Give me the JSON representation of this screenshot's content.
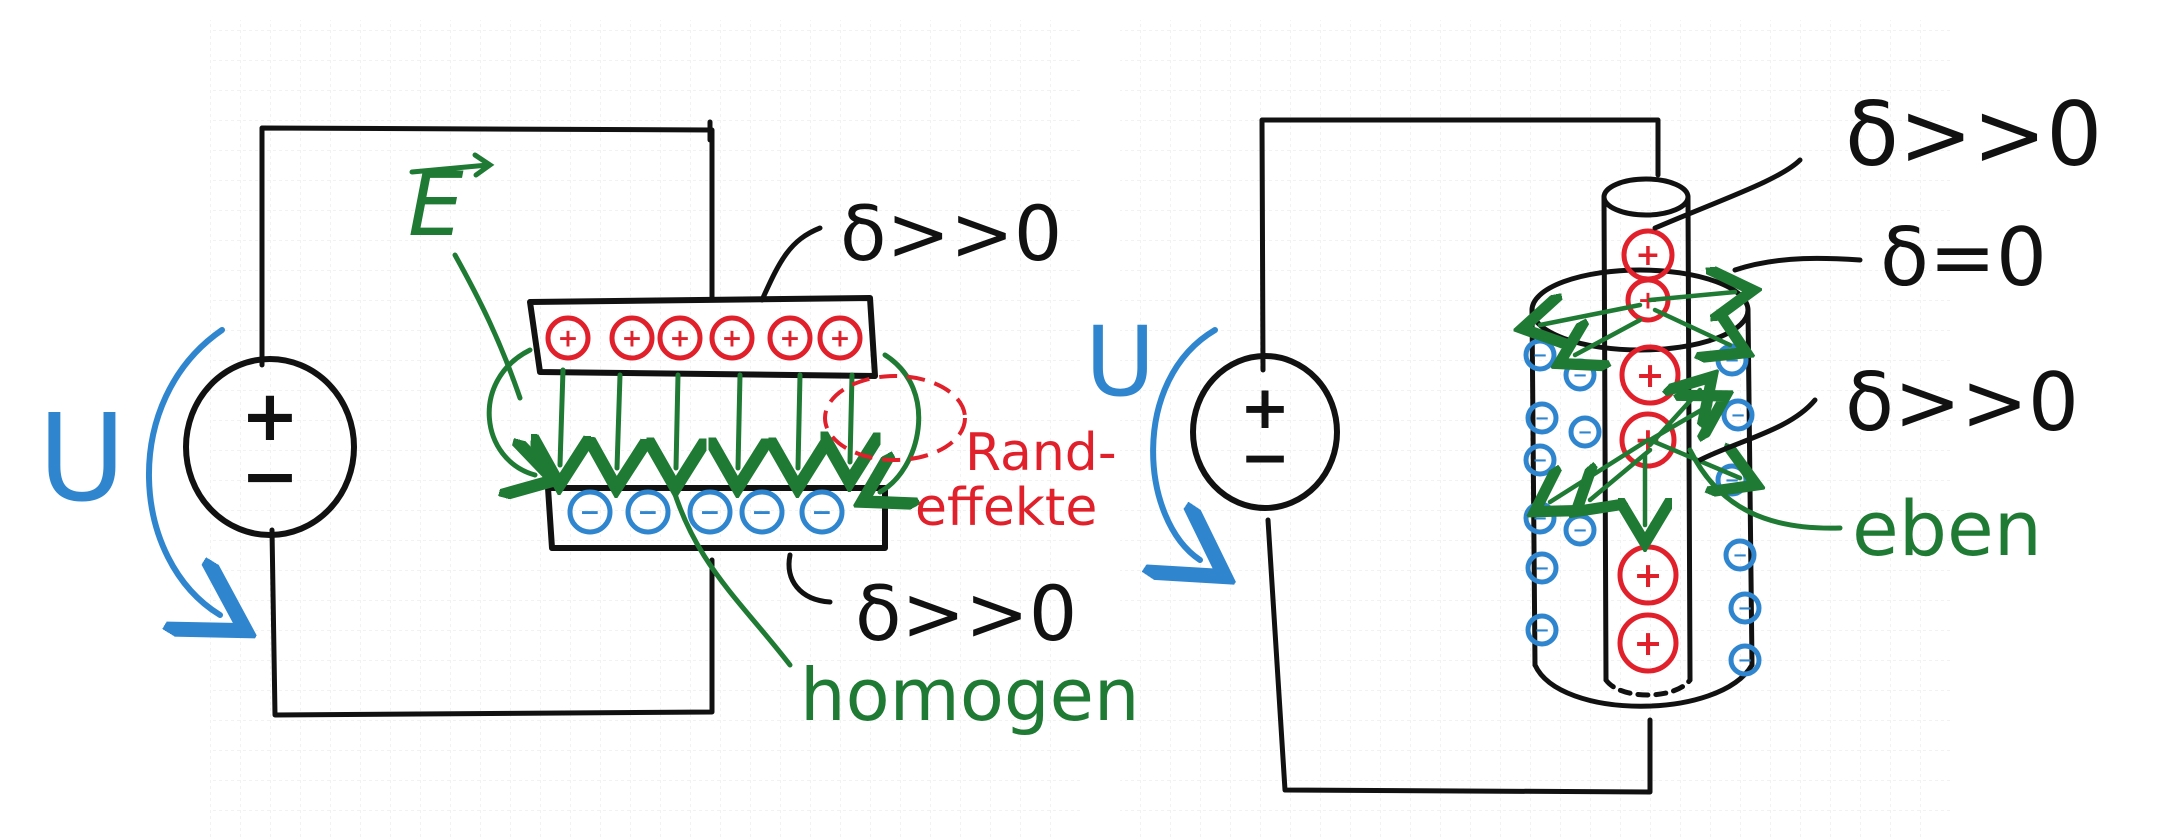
{
  "colors": {
    "ink": "#111111",
    "positive": "#e0202a",
    "negative": "#2f86cf",
    "field": "#1f7a34",
    "grid": "#d9d9d9"
  },
  "left": {
    "field_label": "E",
    "voltage": "U",
    "source_plus": "+",
    "source_minus": "−",
    "plus_signs": [
      "+",
      "+",
      "+",
      "+",
      "+",
      "+"
    ],
    "minus_signs": [
      "−",
      "−",
      "−",
      "−",
      "−"
    ],
    "sigma_top": "δ>>0",
    "sigma_bottom": "δ>>0",
    "edge_effects_line1": "Rand-",
    "edge_effects_line2": "effekte",
    "homogeneous": "homogen"
  },
  "right": {
    "voltage": "U",
    "source_plus": "+",
    "source_minus": "−",
    "sigma_1": "δ>>0",
    "sigma_2": "δ=0",
    "sigma_3": "δ>>0",
    "plane": "eben",
    "inner_signs": [
      "+",
      "+",
      "+",
      "+",
      "+",
      "+"
    ],
    "outer_signs": [
      "−",
      "−",
      "−",
      "−",
      "−",
      "−",
      "−",
      "−",
      "−",
      "−",
      "−",
      "−",
      "−",
      "−",
      "−"
    ]
  }
}
